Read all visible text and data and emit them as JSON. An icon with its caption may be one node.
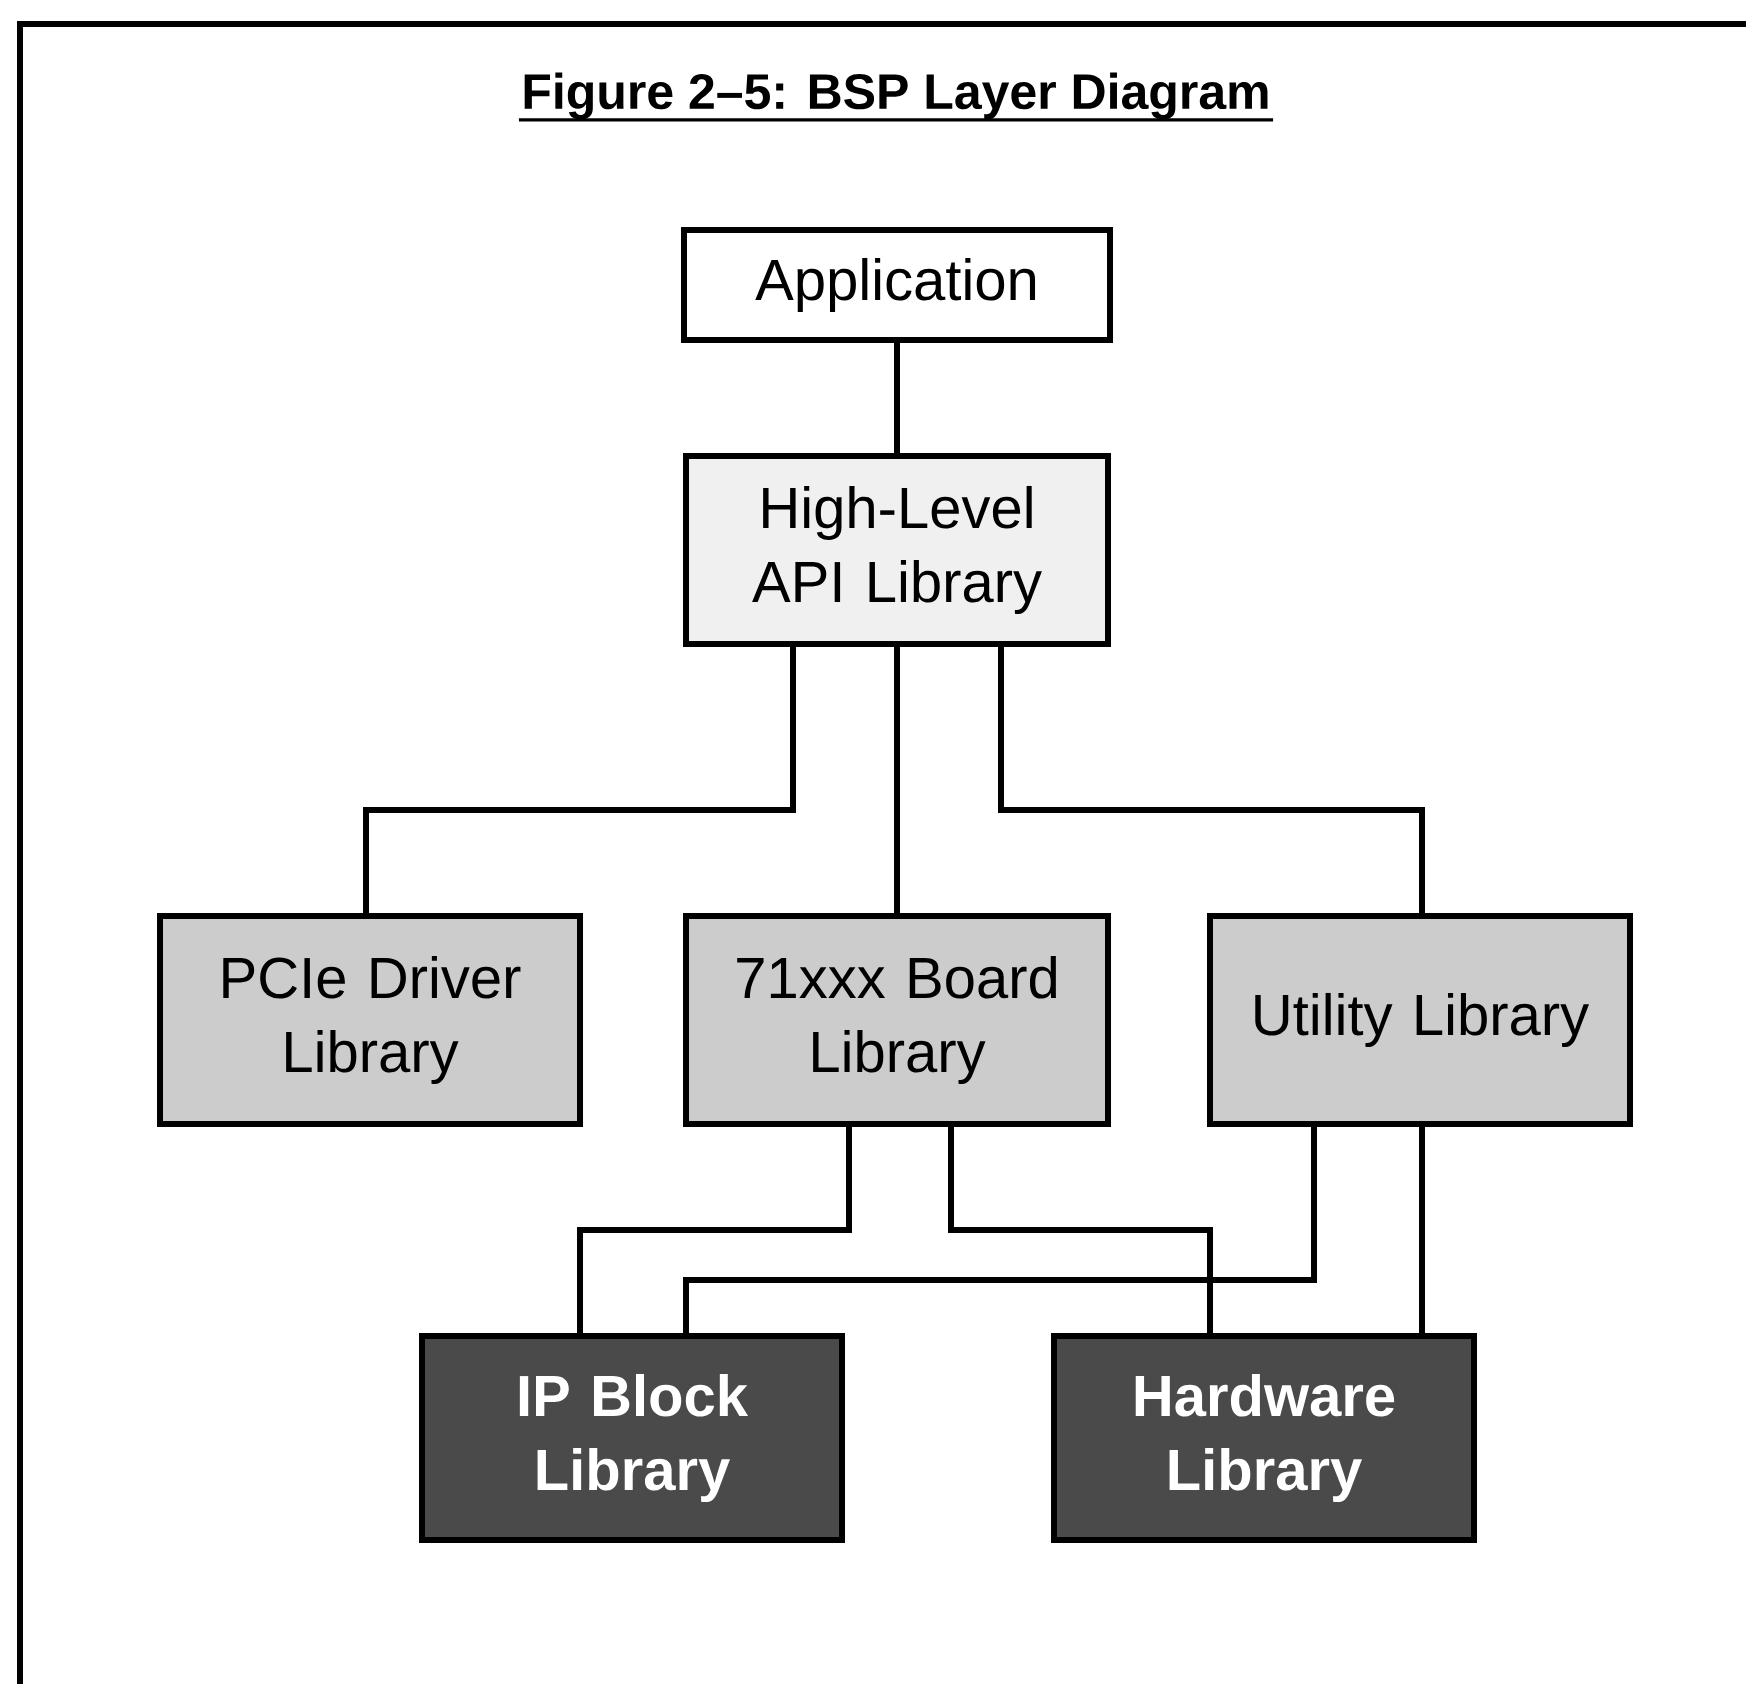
{
  "diagram": {
    "title": "Figure 2–5:  BSP Layer Diagram",
    "nodes": [
      {
        "text": [
          "Application"
        ]
      },
      {
        "text": [
          "High-Level API Library"
        ]
      },
      {
        "text": [
          "PCIe Driver Library"
        ]
      },
      {
        "text": [
          "71xxx Board Library"
        ]
      },
      {
        "text": [
          "Utility Library"
        ]
      },
      {
        "text": [
          "IP Block Library"
        ]
      },
      {
        "text": [
          "Hardware Library"
        ]
      }
    ],
    "edges": [
      {
        "from": 0,
        "to": 1,
        "arrow": "none"
      },
      {
        "from": 1,
        "to": 2,
        "arrow": "none"
      },
      {
        "from": 1,
        "to": 3,
        "arrow": "none"
      },
      {
        "from": 1,
        "to": 4,
        "arrow": "none"
      },
      {
        "from": 3,
        "to": 5,
        "arrow": "none"
      },
      {
        "from": 3,
        "to": 6,
        "arrow": "none"
      },
      {
        "from": 4,
        "to": 5,
        "arrow": "none"
      },
      {
        "from": 4,
        "to": 6,
        "arrow": "none"
      }
    ]
  }
}
